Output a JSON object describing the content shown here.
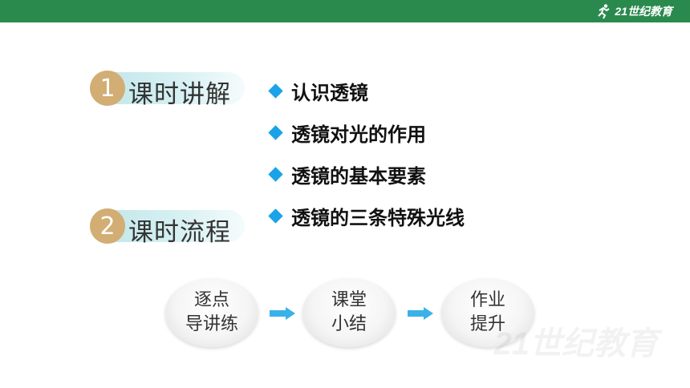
{
  "header": {
    "brand_text": "21世纪教育",
    "bar_color": "#2a8a4e"
  },
  "sections": [
    {
      "number": "1",
      "title": "课时讲解"
    },
    {
      "number": "2",
      "title": "课时流程"
    }
  ],
  "topics": [
    "认识透镜",
    "透镜对光的作用",
    "透镜的基本要素",
    "透镜的三条特殊光线"
  ],
  "flow": [
    {
      "label": "逐点\n导讲练"
    },
    {
      "label": "课堂\n小结"
    },
    {
      "label": "作业\n提升"
    }
  ],
  "watermark": "21世纪教育",
  "colors": {
    "accent_gold": "#d2ad74",
    "bullet_blue": "#1aa3e8",
    "arrow_blue": "#3ab1e8"
  }
}
